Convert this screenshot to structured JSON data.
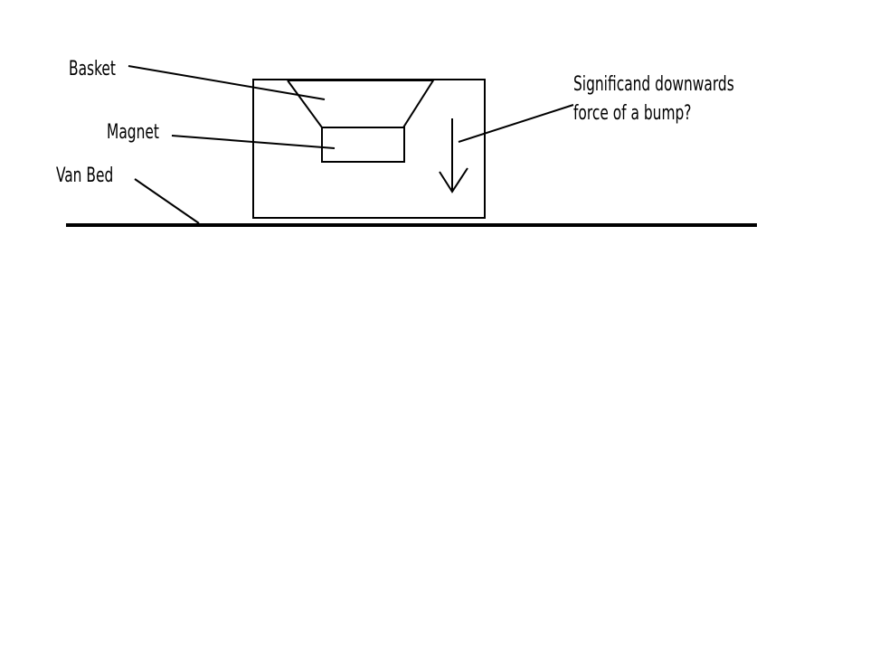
{
  "labels": {
    "basket": "Basket",
    "magnet": "Magnet",
    "van_bed": "Van Bed",
    "force_line1": "Significand downwards",
    "force_line2": "force of a bump?"
  },
  "colors": {
    "background": "#ffffff",
    "ink": "#000000"
  }
}
